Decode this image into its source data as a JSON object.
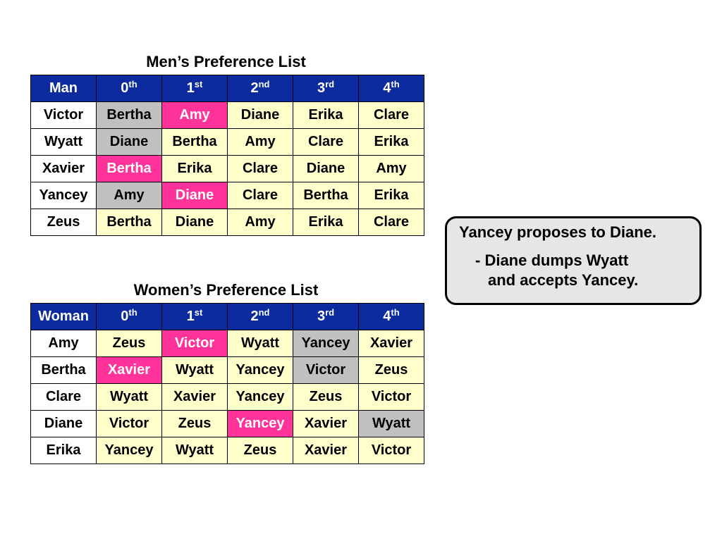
{
  "men": {
    "title": "Men’s Preference List",
    "header": {
      "name": "Man",
      "ranks": [
        {
          "num": "0",
          "suf": "th"
        },
        {
          "num": "1",
          "suf": "st"
        },
        {
          "num": "2",
          "suf": "nd"
        },
        {
          "num": "3",
          "suf": "rd"
        },
        {
          "num": "4",
          "suf": "th"
        }
      ]
    },
    "rows": [
      {
        "name": "Victor",
        "prefs": [
          "Bertha",
          "Amy",
          "Diane",
          "Erika",
          "Clare"
        ],
        "matched": 0,
        "proposed": 1
      },
      {
        "name": "Wyatt",
        "prefs": [
          "Diane",
          "Bertha",
          "Amy",
          "Clare",
          "Erika"
        ],
        "matched": 0,
        "proposed": null
      },
      {
        "name": "Xavier",
        "prefs": [
          "Bertha",
          "Erika",
          "Clare",
          "Diane",
          "Amy"
        ],
        "matched": null,
        "proposed": 0
      },
      {
        "name": "Yancey",
        "prefs": [
          "Amy",
          "Diane",
          "Clare",
          "Bertha",
          "Erika"
        ],
        "matched": 0,
        "proposed": 1
      },
      {
        "name": "Zeus",
        "prefs": [
          "Bertha",
          "Diane",
          "Amy",
          "Erika",
          "Clare"
        ],
        "matched": null,
        "proposed": null
      }
    ]
  },
  "women": {
    "title": "Women’s Preference List",
    "header": {
      "name": "Woman",
      "ranks": [
        {
          "num": "0",
          "suf": "th"
        },
        {
          "num": "1",
          "suf": "st"
        },
        {
          "num": "2",
          "suf": "nd"
        },
        {
          "num": "3",
          "suf": "rd"
        },
        {
          "num": "4",
          "suf": "th"
        }
      ]
    },
    "rows": [
      {
        "name": "Amy",
        "prefs": [
          "Zeus",
          "Victor",
          "Wyatt",
          "Yancey",
          "Xavier"
        ],
        "matched": 3,
        "proposed": 1
      },
      {
        "name": "Bertha",
        "prefs": [
          "Xavier",
          "Wyatt",
          "Yancey",
          "Victor",
          "Zeus"
        ],
        "matched": 3,
        "proposed": 0
      },
      {
        "name": "Clare",
        "prefs": [
          "Wyatt",
          "Xavier",
          "Yancey",
          "Zeus",
          "Victor"
        ],
        "matched": null,
        "proposed": null
      },
      {
        "name": "Diane",
        "prefs": [
          "Victor",
          "Zeus",
          "Yancey",
          "Xavier",
          "Wyatt"
        ],
        "matched": 4,
        "proposed": 2
      },
      {
        "name": "Erika",
        "prefs": [
          "Yancey",
          "Wyatt",
          "Zeus",
          "Xavier",
          "Victor"
        ],
        "matched": null,
        "proposed": null
      }
    ]
  },
  "callout": {
    "line1": "Yancey proposes to Diane.",
    "line2": "-  Diane dumps Wyatt",
    "line3": "and accepts Yancey."
  },
  "colors": {
    "header_bg": "#0b2b9e",
    "cell_bg": "#ffffcc",
    "matched_bg": "#c0c0c0",
    "proposed_bg": "#ff3399",
    "callout_bg": "#e6e6e6"
  }
}
